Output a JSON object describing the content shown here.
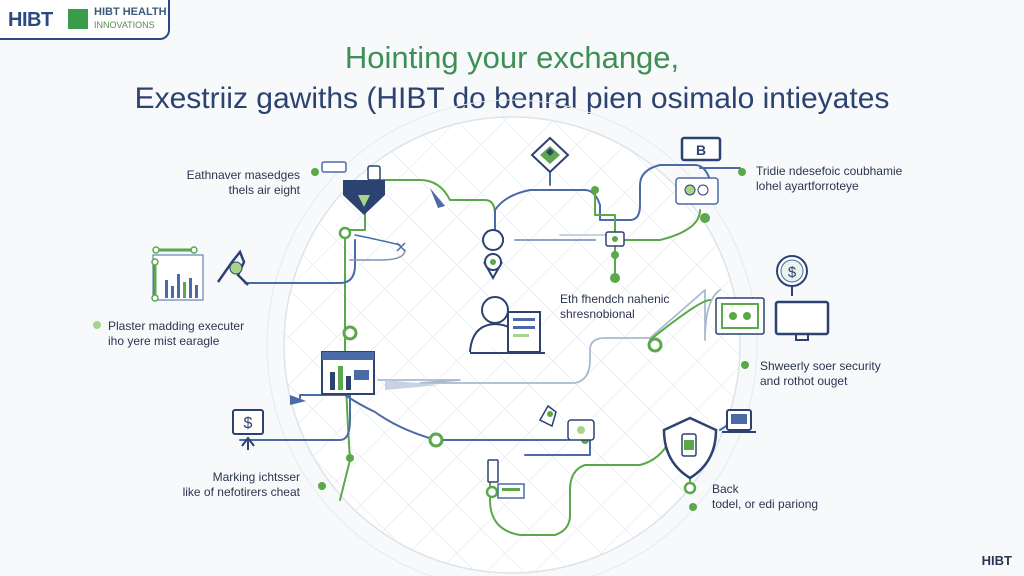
{
  "header": {
    "logo_text": "HIBT",
    "logo_sub1": "HIBT HEALTH",
    "logo_sub2": "INNOVATIONS"
  },
  "title": {
    "line1": "Hointing your exchange,",
    "line2": "Exestriiz gawiths (HIBT do benral pien osimalo intieyates"
  },
  "labels": {
    "top_left": [
      "Eathnaver masedges",
      "thels air eight"
    ],
    "mid_left": [
      "Plaster madding executer",
      "iho yere mist earagle"
    ],
    "bottom_left": [
      "Marking ichtsser",
      "like of nefotirers cheat"
    ],
    "center": [
      "Eth fhendch nahenic",
      "shresnobional"
    ],
    "top_right": [
      "Tridie ndesefoic coubhamie",
      "lohel ayartforroteye"
    ],
    "mid_right": [
      "Shweerly soer security",
      "and rothot ouget"
    ],
    "bottom_right": [
      "Back",
      "todel, or edi pariong"
    ]
  },
  "badges": {
    "top_box_letter": "B",
    "dollar_sign": "$",
    "coin_sign": "$"
  },
  "footer": {
    "logo": "HIBT"
  },
  "colors": {
    "navy": "#2c4270",
    "green": "#5aa84a",
    "steel_blue": "#4a6aa8",
    "light_green": "#a8d48a"
  }
}
